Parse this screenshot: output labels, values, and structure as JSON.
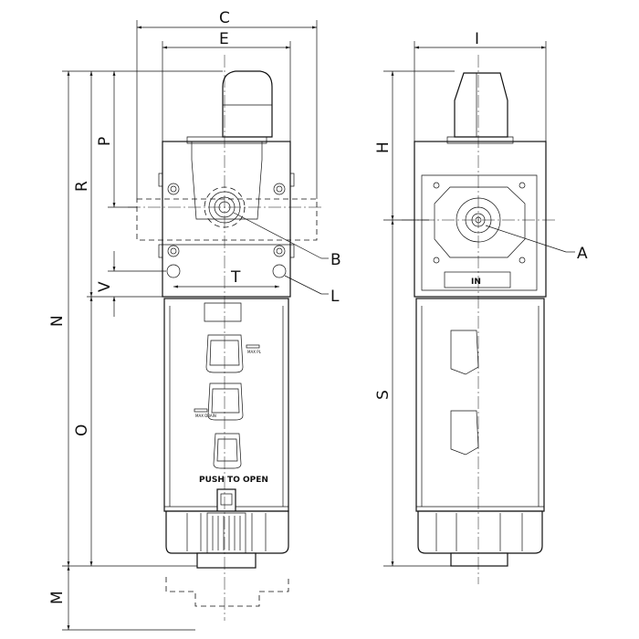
{
  "front_view": {
    "label_push_to_open": "PUSH TO OPEN",
    "label_max_pl": "MAX PL",
    "label_max_drain": "MAX DRAIN"
  },
  "side_view": {
    "label_in": "IN"
  },
  "dimensions": {
    "C": "C",
    "E": "E",
    "I": "I",
    "P": "P",
    "R": "R",
    "H": "H",
    "N": "N",
    "O": "O",
    "S": "S",
    "M": "M",
    "V": "V",
    "T": "T"
  },
  "callouts": {
    "A": "A",
    "B": "B",
    "L": "L"
  }
}
